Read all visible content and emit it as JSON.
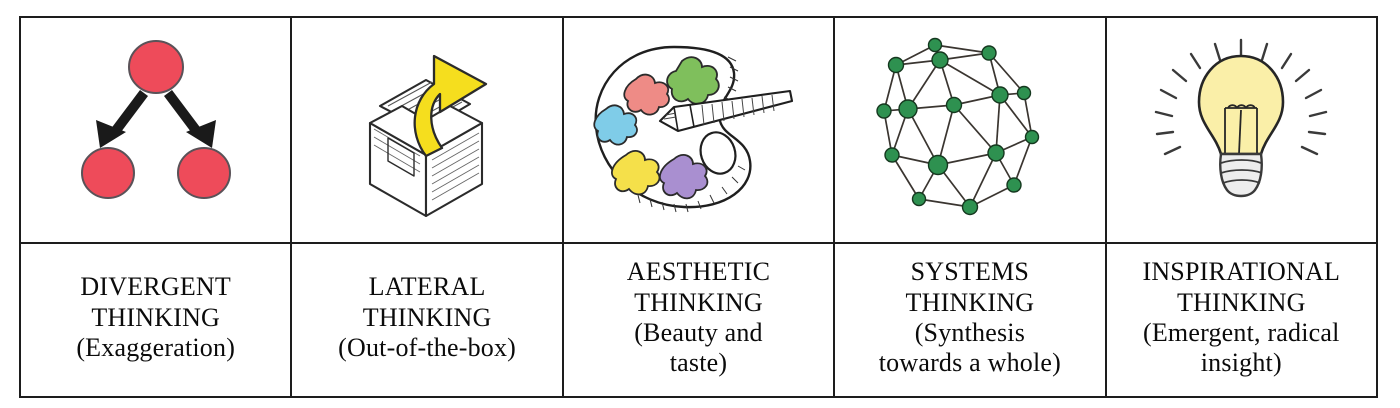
{
  "figure": {
    "type": "table",
    "rows": 2,
    "columns": 5,
    "border_color": "#1d1d1d",
    "background": "#ffffff"
  },
  "columns": [
    {
      "id": "divergent",
      "icon_name": "divergent-arrows-icon",
      "icon_description": "One red circle at top with two black arrows branching down to two red circles",
      "title": "DIVERGENT\nTHINKING",
      "subtitle": "(Exaggeration)",
      "colors": {
        "node": "#ee4b5a",
        "node_stroke": "#5a5258",
        "arrow": "#1a1a1a"
      }
    },
    {
      "id": "lateral",
      "icon_name": "out-of-the-box-icon",
      "icon_description": "Hand-drawn open cardboard box with a curved yellow arrow leaping out",
      "title": "LATERAL\nTHINKING",
      "subtitle": "(Out-of-the-box)",
      "colors": {
        "arrow": "#f5de1e",
        "arrow_stroke": "#2b2b2b",
        "box_stroke": "#2b2b2b"
      }
    },
    {
      "id": "aesthetic",
      "icon_name": "paint-palette-icon",
      "icon_description": "Artist palette with five paint blobs, thumb hole and a paintbrush lying across it",
      "title": "AESTHETIC\nTHINKING",
      "subtitle": "(Beauty and\ntaste)",
      "colors": {
        "blob_green": "#7fbf5c",
        "blob_salmon": "#ee8b86",
        "blob_blue": "#7fcce8",
        "blob_yellow": "#f5e04a",
        "blob_purple": "#a98fd0",
        "outline": "#1f1f1f"
      }
    },
    {
      "id": "systems",
      "icon_name": "network-graph-icon",
      "icon_description": "Rounded mesh network of green nodes connected by thin dark edges",
      "title": "SYSTEMS\nTHINKING",
      "subtitle": "(Synthesis\ntowards a whole)",
      "colors": {
        "node": "#2e9150",
        "node_stroke": "#15381f",
        "edge": "#3a3530"
      }
    },
    {
      "id": "inspirational",
      "icon_name": "light-bulb-icon",
      "icon_description": "Glowing yellow light bulb with filament, grey screw base and radiating rays",
      "title": "INSPIRATIONAL\nTHINKING",
      "subtitle": "(Emergent, radical\ninsight)",
      "colors": {
        "glass": "#faefa8",
        "base": "#e8e8e8",
        "outline": "#262626",
        "rays": "#3a3a3a"
      }
    }
  ]
}
